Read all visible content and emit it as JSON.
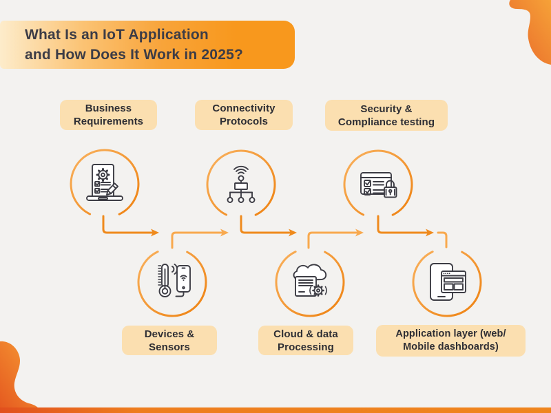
{
  "title": "What Is an IoT Application\nand How Does It Work in 2025?",
  "steps": [
    {
      "label": "Business\nRequirements",
      "icon": "requirements-icon",
      "row": "top"
    },
    {
      "label": "Devices &\nSensors",
      "icon": "thermometer-phone-icon",
      "row": "bottom"
    },
    {
      "label": "Connectivity\nProtocols",
      "icon": "network-icon",
      "row": "top"
    },
    {
      "label": "Cloud & data\nProcessing",
      "icon": "cloud-processing-icon",
      "row": "bottom"
    },
    {
      "label": "Security &\nCompliance testing",
      "icon": "security-checklist-icon",
      "row": "top"
    },
    {
      "label": "Application layer (web/\nMobile dashboards)",
      "icon": "mobile-dashboard-icon",
      "row": "bottom"
    }
  ],
  "colors": {
    "background": "#F3F2F0",
    "accent_dark": "#EF8A1C",
    "accent_light": "#F8A94E",
    "pill_background": "#FBDFB0",
    "text_dark": "#2E2E34",
    "title_text": "#3C3C46",
    "header_gradient_start": "#FDECCB",
    "header_gradient_end": "#F8981D",
    "icon_stroke": "#3C3C44",
    "bottom_bar": "#EF851D",
    "blob_gradient_start": "#E8662A",
    "blob_gradient_end": "#F6A238"
  }
}
